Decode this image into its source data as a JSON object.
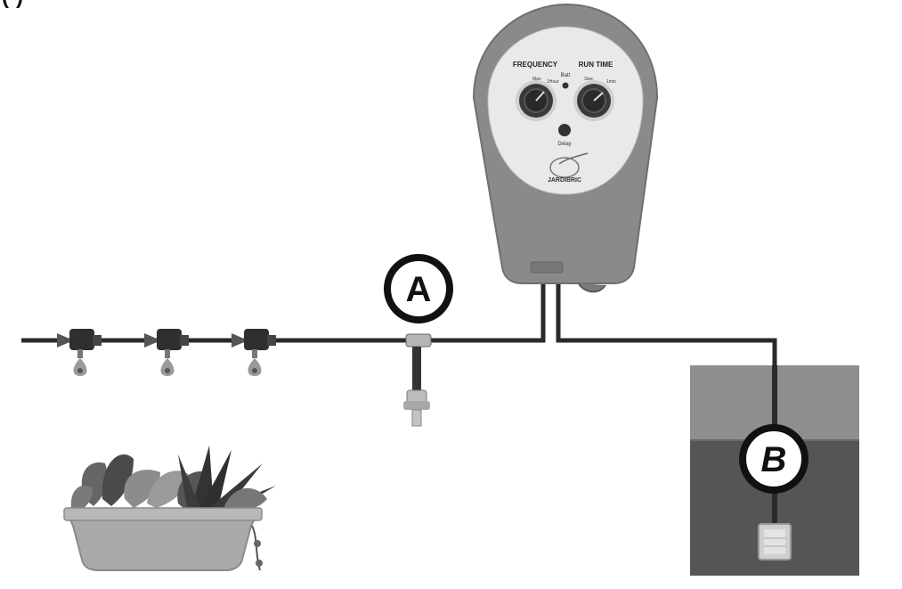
{
  "figure": {
    "corner_label": "(-)"
  },
  "controller": {
    "frequency_label": "FREQUENCY",
    "runtime_label": "RUN TIME",
    "batt_label": "Batt",
    "delay_label": "Delay",
    "brand": "JARDIBRIC",
    "frequency_marks": [
      "Man",
      "1Hour"
    ],
    "runtime_marks": [
      "3sec",
      "1min"
    ]
  },
  "callouts": {
    "a": "A",
    "b": "B"
  },
  "colors": {
    "tube": "#2a2a2a",
    "housing": "#8a8a8a",
    "faceplate": "#e9e9e9",
    "water": "#555555",
    "tank_top": "#8e8e8e",
    "planter": "#a9a9a9"
  }
}
